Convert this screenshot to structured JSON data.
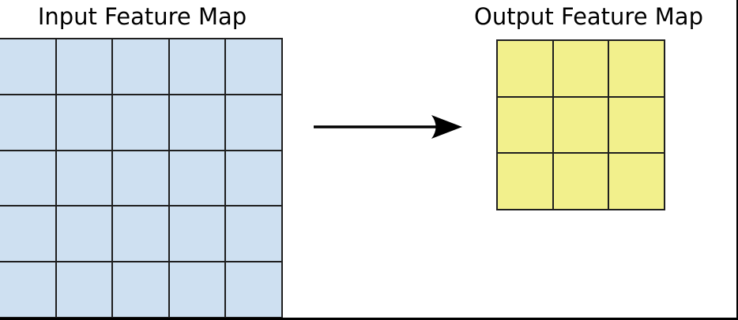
{
  "diagram": {
    "input": {
      "title": "Input Feature Map",
      "rows": 5,
      "cols": 5,
      "cell_fill": "#cee0f1"
    },
    "output": {
      "title": "Output Feature Map",
      "rows": 3,
      "cols": 3,
      "cell_fill": "#f2f08c"
    },
    "arrow": {
      "direction": "right",
      "color": "#000000"
    },
    "colors": {
      "background": "#ffffff",
      "grid_line": "#1f1f1f",
      "frame_border": "#000000",
      "title_text": "#000000"
    }
  }
}
